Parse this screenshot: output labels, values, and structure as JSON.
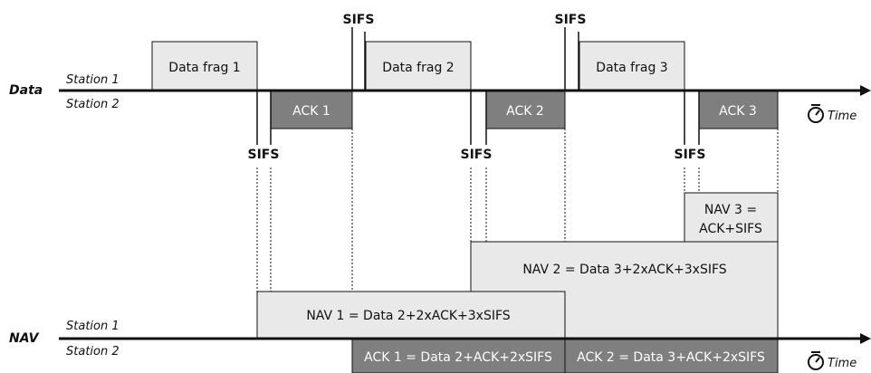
{
  "rows": {
    "data": {
      "label": "Data",
      "station1": "Station 1",
      "station2": "Station 2",
      "time": "Time"
    },
    "nav": {
      "label": "NAV",
      "station1": "Station 1",
      "station2": "Station 2",
      "time": "Time"
    }
  },
  "frames": {
    "data_frag_1": "Data frag 1",
    "data_frag_2": "Data frag 2",
    "data_frag_3": "Data frag 3",
    "ack_1": "ACK 1",
    "ack_2": "ACK 2",
    "ack_3": "ACK 3"
  },
  "sifs": {
    "top_1": "SIFS",
    "top_2": "SIFS",
    "bottom_1": "SIFS",
    "bottom_2": "SIFS",
    "bottom_3": "SIFS"
  },
  "nav_bars": {
    "nav3_line1": "NAV 3 =",
    "nav3_line2": "ACK+SIFS",
    "nav2": "NAV 2 = Data 3+2xACK+3xSIFS",
    "nav1": "NAV 1 = Data 2+2xACK+3xSIFS",
    "ack1": "ACK 1 = Data 2+ACK+2xSIFS",
    "ack2": "ACK 2 = Data 3+ACK+2xSIFS"
  },
  "colors": {
    "light_fill": "#e9e9e9",
    "dark_fill": "#7f7f7f",
    "line": "#111111"
  }
}
